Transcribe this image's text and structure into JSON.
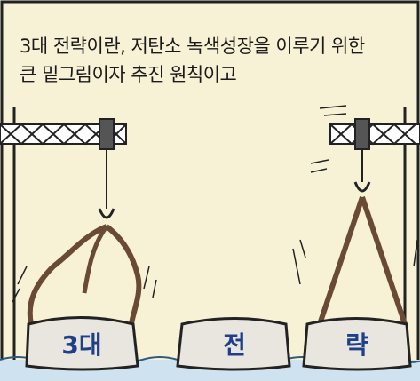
{
  "caption": {
    "line1": "3대 전략이란, 저탄소 녹색성장을 이루기 위한",
    "line2": "큰 밑그림이자 추진 원칙이고"
  },
  "blocks": {
    "block1": "3대",
    "block2": "전",
    "block3": "략"
  },
  "colors": {
    "background": "#f7f2d6",
    "block_text": "#1f3f8a",
    "block_fill": "#e8e6de",
    "rope": "#6a4a34",
    "water": "#cfe2f0"
  }
}
